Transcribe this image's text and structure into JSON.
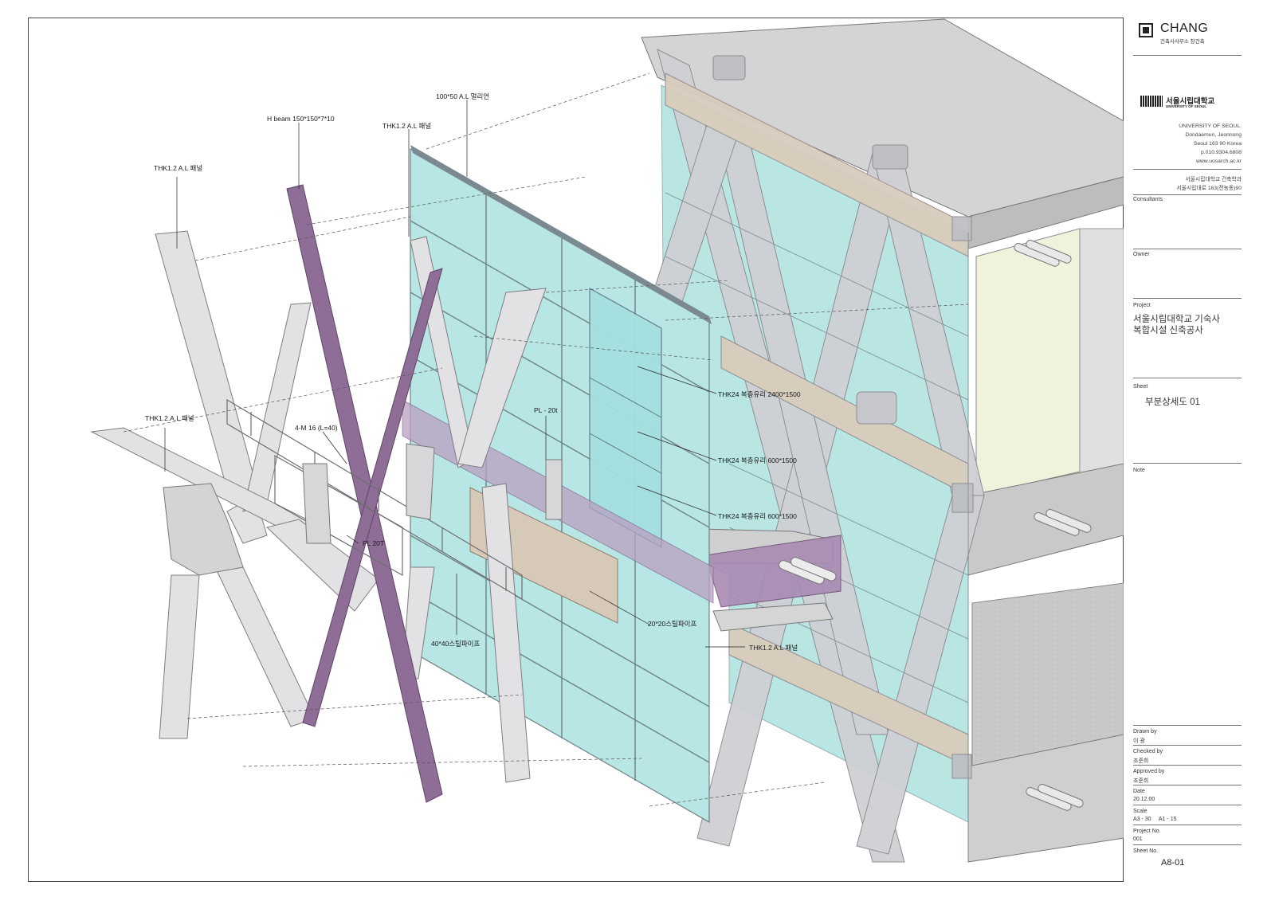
{
  "brand": {
    "name": "CHANG",
    "subtitle": "건축사사무소 창건축"
  },
  "university": {
    "logo_kr": "서울시립대학교",
    "logo_en": "UNIVERSITY OF SEOUL",
    "address_lines": [
      "UNIVERSITY OF SEOUL.",
      "Dondaemun, Jeonnong",
      "Seoul 163 90 Korea",
      "p.010.9304.6808",
      "www.uosarch.ac.kr"
    ],
    "dept_lines": [
      "서울시립대학교 건축학과",
      "서울시립대로 163(전농동)90"
    ]
  },
  "title_block": {
    "consultants_label": "Consultants",
    "owner_label": "Owner",
    "project_label": "Project",
    "project_lines": [
      "서울시립대학교 기숙사",
      "복합시설 신축공사"
    ],
    "sheet_label": "Sheet",
    "sheet_title": "부분상세도 01",
    "note_label": "Note",
    "drawn_by_label": "Drawn by",
    "drawn_by": "이 광",
    "checked_by_label": "Checked by",
    "checked_by": "조준희",
    "approved_by_label": "Approved by",
    "approved_by": "조준희",
    "date_label": "Date",
    "date": "20.12.00",
    "scale_label": "Scale",
    "scale": "A3 - 30     A1 - 15",
    "project_no_label": "Project No.",
    "project_no": "001",
    "sheet_no_label": "Sheet No.",
    "sheet_no": "A8-01"
  },
  "labels": {
    "mullion": "100*50 A.L 멀리언",
    "h_beam": "H beam 150*150*7*10",
    "al_panel_top": "THK1.2 A.L 패널",
    "al_panel_left": "THK1.2 A.L 패널",
    "al_panel_mid": "THK1.2.A.L 패널",
    "bolt": "4-M 16 (L=40)",
    "pl_20t_top": "PL - 20t",
    "pl_20t_low": "PL 20T",
    "glass_2400": "THK24 복층유리 2400*1500",
    "glass_600a": "THK24 복층유리 600*1500",
    "glass_600b": "THK24 복층유리 600*1500",
    "pipe_40": "40*40스틸파이프",
    "pipe_20": "20*20스틸파이프",
    "al_panel_bottom": "THK1.2 A.L 패널"
  },
  "colors": {
    "glass": "#b7e6e4",
    "steel_purple": "#8e6e96",
    "panel_grey": "#dcdcde",
    "beige": "#d8cbbb",
    "mullion": "#7a8a90"
  }
}
